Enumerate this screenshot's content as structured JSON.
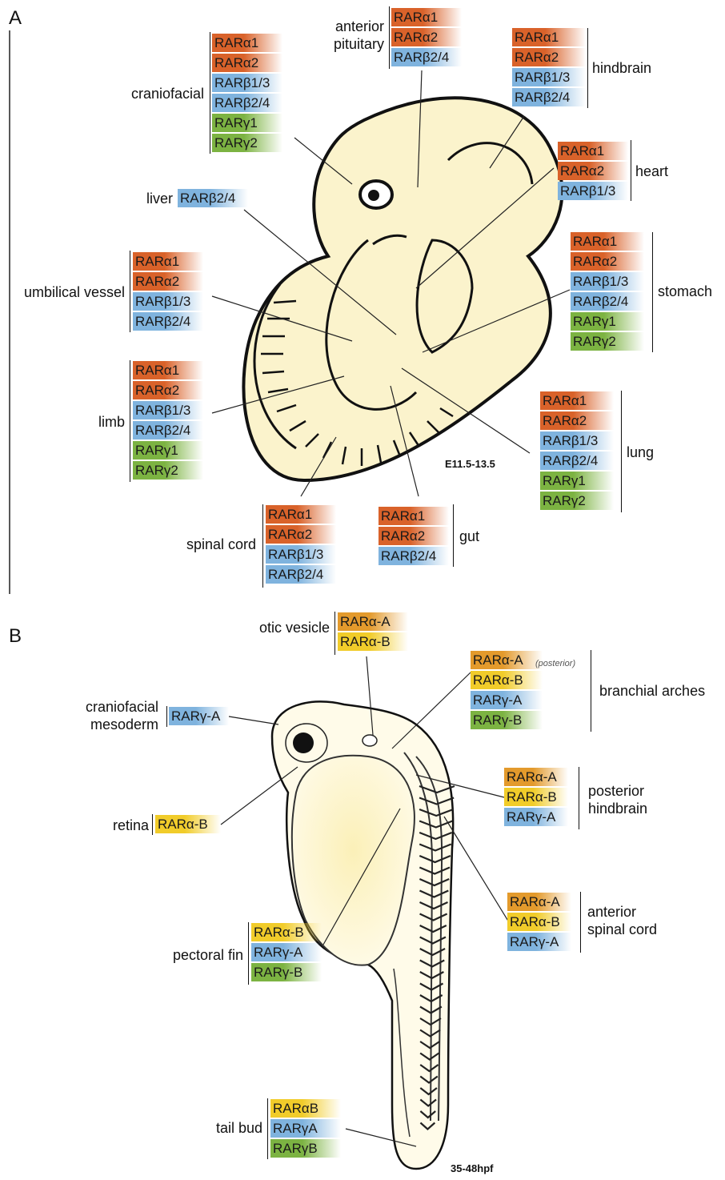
{
  "panels": {
    "a": "A",
    "b": "B"
  },
  "stage_a": "E11.5-13.5",
  "stage_b": "35-48hpf",
  "colors": {
    "alpha": "#d9622a",
    "beta": "#7fb3de",
    "gamma": "#7cb342",
    "zf_alpha_a": "#e39a2c",
    "zf_alpha_b": "#f1cc2a",
    "zf_gamma_a": "#7fb3de",
    "zf_gamma_b": "#7cb342",
    "embryo_fill": "#fbf3cc"
  },
  "mouse": {
    "anterior_pituitary": {
      "label": [
        "anterior",
        "pituitary"
      ],
      "tags": [
        "RARα1",
        "RARα2",
        "RARβ2/4"
      ]
    },
    "craniofacial": {
      "label": [
        "craniofacial"
      ],
      "tags": [
        "RARα1",
        "RARα2",
        "RARβ1/3",
        "RARβ2/4",
        "RARγ1",
        "RARγ2"
      ]
    },
    "hindbrain": {
      "label": [
        "hindbrain"
      ],
      "tags": [
        "RARα1",
        "RARα2",
        "RARβ1/3",
        "RARβ2/4"
      ]
    },
    "heart": {
      "label": [
        "heart"
      ],
      "tags": [
        "RARα1",
        "RARα2",
        "RARβ1/3"
      ]
    },
    "liver": {
      "label": [
        "liver"
      ],
      "tags": [
        "RARβ2/4"
      ]
    },
    "umbilical_vessel": {
      "label": [
        "umbilical vessel"
      ],
      "tags": [
        "RARα1",
        "RARα2",
        "RARβ1/3",
        "RARβ2/4"
      ]
    },
    "stomach": {
      "label": [
        "stomach"
      ],
      "tags": [
        "RARα1",
        "RARα2",
        "RARβ1/3",
        "RARβ2/4",
        "RARγ1",
        "RARγ2"
      ]
    },
    "limb": {
      "label": [
        "limb"
      ],
      "tags": [
        "RARα1",
        "RARα2",
        "RARβ1/3",
        "RARβ2/4",
        "RARγ1",
        "RARγ2"
      ]
    },
    "lung": {
      "label": [
        "lung"
      ],
      "tags": [
        "RARα1",
        "RARα2",
        "RARβ1/3",
        "RARβ2/4",
        "RARγ1",
        "RARγ2"
      ]
    },
    "spinal_cord": {
      "label": [
        "spinal cord"
      ],
      "tags": [
        "RARα1",
        "RARα2",
        "RARβ1/3",
        "RARβ2/4"
      ]
    },
    "gut": {
      "label": [
        "gut"
      ],
      "tags": [
        "RARα1",
        "RARα2",
        "RARβ2/4"
      ]
    }
  },
  "zebrafish": {
    "otic_vesicle": {
      "label": [
        "otic vesicle"
      ],
      "tags": [
        "RARα-A",
        "RARα-B"
      ]
    },
    "branchial_arches": {
      "label": [
        "branchial arches"
      ],
      "tags": [
        "RARα-A",
        "RARα-B",
        "RARγ-A",
        "RARγ-B"
      ],
      "note": "(posterior)"
    },
    "craniofacial_mesoderm": {
      "label": [
        "craniofacial",
        "mesoderm"
      ],
      "tags": [
        "RARγ-A"
      ]
    },
    "posterior_hindbrain": {
      "label": [
        "posterior",
        "hindbrain"
      ],
      "tags": [
        "RARα-A",
        "RARα-B",
        "RARγ-A"
      ]
    },
    "retina": {
      "label": [
        "retina"
      ],
      "tags": [
        "RARα-B"
      ]
    },
    "anterior_spinal_cord": {
      "label": [
        "anterior",
        "spinal cord"
      ],
      "tags": [
        "RARα-A",
        "RARα-B",
        "RARγ-A"
      ]
    },
    "pectoral_fin": {
      "label": [
        "pectoral fin"
      ],
      "tags": [
        "RARα-B",
        "RARγ-A",
        "RARγ-B"
      ]
    },
    "tail_bud": {
      "label": [
        "tail bud"
      ],
      "tags": [
        "RARαB",
        "RARγA",
        "RARγB"
      ]
    }
  }
}
